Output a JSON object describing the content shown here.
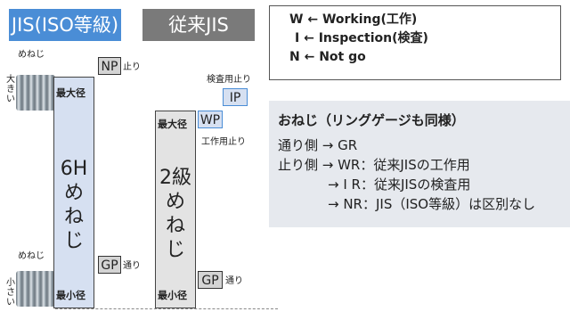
{
  "tabs": {
    "jis": "JIS(ISO等級)",
    "old": "従来JIS"
  },
  "legend": [
    {
      "letter": "W",
      "arrow": "←",
      "text": "Working(工作)"
    },
    {
      "letter": "I",
      "arrow": "←",
      "text": "Inspection(検査)"
    },
    {
      "letter": "N",
      "arrow": "←",
      "text": "Not go"
    }
  ],
  "diagram": {
    "screw_top_label": "めねじ",
    "screw_top_side": [
      "大",
      "き",
      "い"
    ],
    "screw_bottom_label": "めねじ",
    "screw_bottom_side": [
      "小",
      "さ",
      "い"
    ],
    "jis_column": {
      "top": "最大径",
      "bottom": "最小径",
      "grade": "6H",
      "kind": [
        "め",
        "ね",
        "じ"
      ]
    },
    "old_column": {
      "top": "最大径",
      "bottom": "最小径",
      "grade": "2級",
      "kind": [
        "め",
        "ね",
        "じ"
      ]
    },
    "np": {
      "tag": "NP",
      "note": "止り"
    },
    "gp_jis": {
      "tag": "GP",
      "note": "通り"
    },
    "gp_old": {
      "tag": "GP",
      "note": "通り"
    },
    "ip": {
      "tag": "IP",
      "note": "検査用止り"
    },
    "wp": {
      "tag": "WP",
      "note": "工作用止り"
    }
  },
  "panel": {
    "title": "おねじ（リングゲージも同様）",
    "go": "通り側 → GR",
    "nogo_1": "止り側 → WR：従来JISの工作用",
    "nogo_2": "→ I R：従来JISの検査用",
    "nogo_3": "→ NR：JIS（ISO等級）は区別なし"
  },
  "colors": {
    "jis_blue": "#4a8dd6",
    "old_gray": "#7a7a7a",
    "jis_fill": "#d6e0f1",
    "old_fill": "#e3e3e3",
    "panel_bg": "#e6e9ee"
  }
}
